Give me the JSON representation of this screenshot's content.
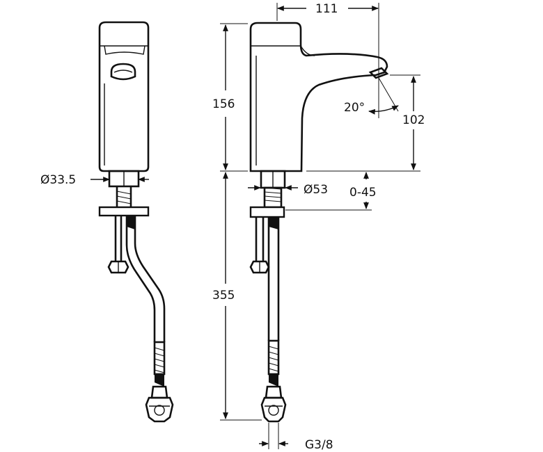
{
  "dimensions": {
    "d_body_side": "Ø33.5",
    "d_body_front": "Ø53",
    "spout_reach": "111",
    "body_height": "156",
    "spout_height": "102",
    "spout_angle": "20°",
    "deck_thickness": "0-45",
    "pipe_length": "355",
    "thread": "G3/8"
  }
}
